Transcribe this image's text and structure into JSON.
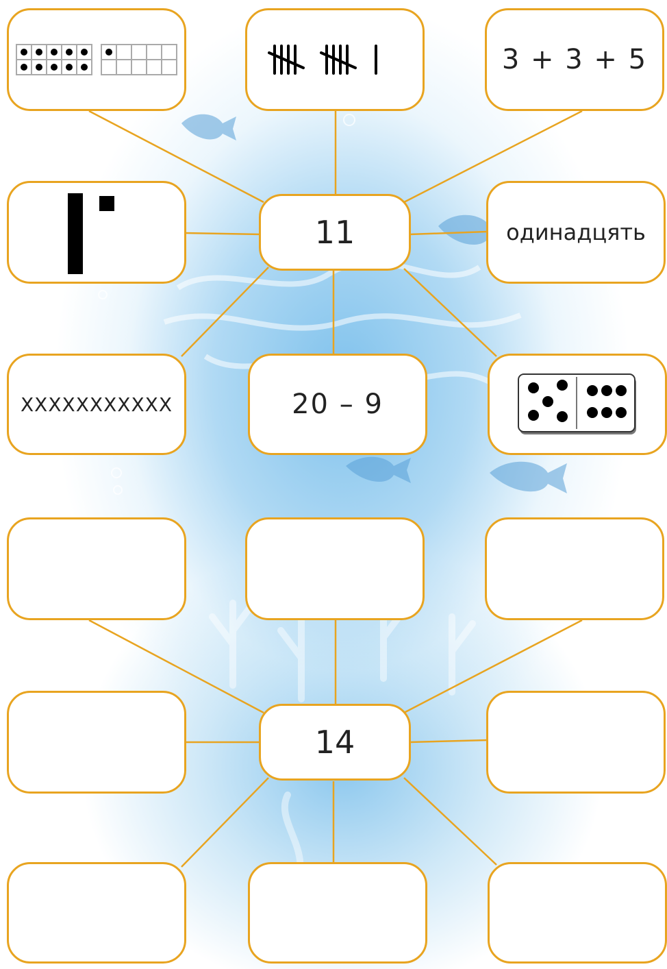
{
  "top_web": {
    "center": "11",
    "cards": {
      "ten_frames": {
        "icon": "ten-frames-icon",
        "filled": 11,
        "capacity": 20
      },
      "tally": {
        "icon": "tally-marks-icon",
        "groups_of_five": 2,
        "singles": 1
      },
      "sum": "3 + 3 + 5",
      "base_ten": {
        "icon": "base-ten-blocks-icon",
        "tens": 1,
        "ones": 1
      },
      "word": "одинадцять",
      "xs": "XXXXXXXXXXX",
      "difference": "20 – 9",
      "domino": {
        "icon": "domino-icon",
        "left_pips": 5,
        "right_pips": 6
      }
    }
  },
  "bottom_web": {
    "center": "14",
    "empty_cards": 8
  },
  "colors": {
    "border": "#e8a420",
    "connector": "#e8a420",
    "background_water": "#8ecbf0",
    "text": "#222222"
  }
}
